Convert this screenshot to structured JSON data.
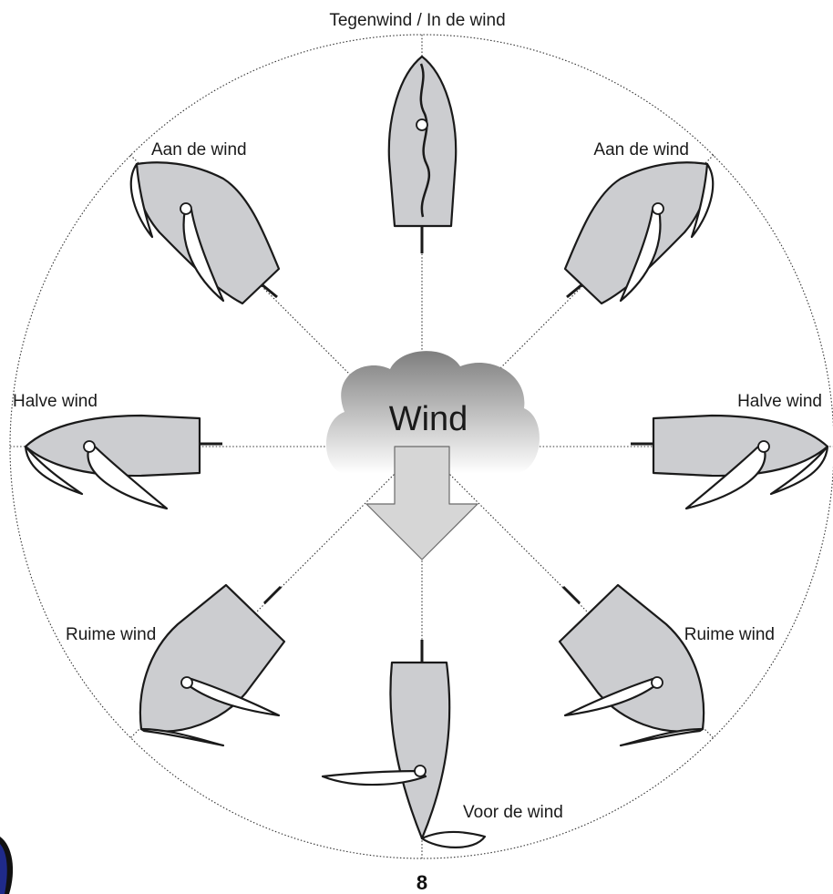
{
  "center_label": "Wind",
  "labels": {
    "top": "Tegenwind / In de wind",
    "close_left": "Aan de wind",
    "close_right": "Aan de wind",
    "beam_left": "Halve wind",
    "beam_right": "Halve wind",
    "broad_left": "Ruime wind",
    "broad_right": "Ruime wind",
    "run": "Voor de wind"
  },
  "page_number": "8",
  "colors": {
    "hull": "#cccdd0",
    "sail": "#ffffff",
    "line": "#1a1a1a",
    "cloud_top": "#7e7e7e",
    "cloud_bottom": "#ffffff",
    "arrow": "#d6d6d6"
  }
}
